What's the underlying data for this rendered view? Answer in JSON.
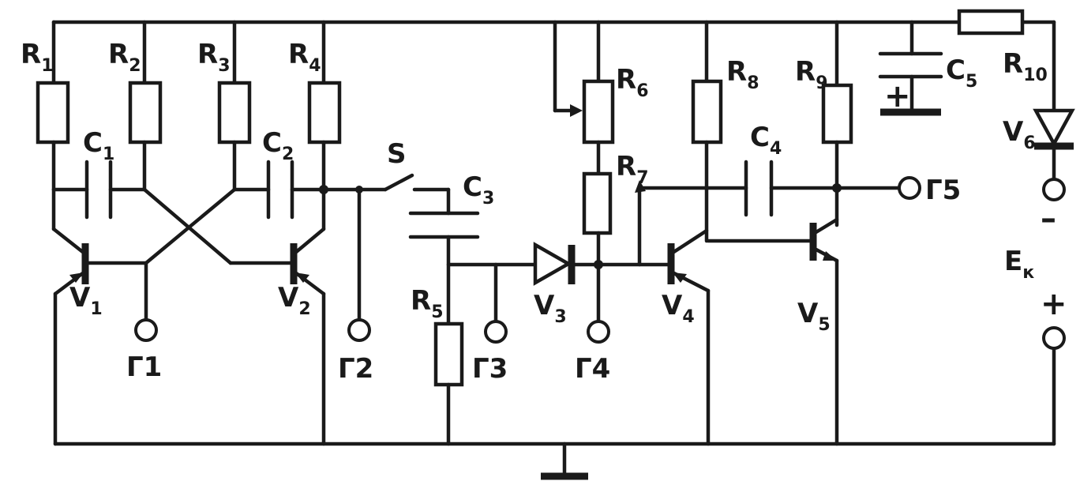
{
  "labels": {
    "R1": {
      "main": "R",
      "sub": "1"
    },
    "R2": {
      "main": "R",
      "sub": "2"
    },
    "R3": {
      "main": "R",
      "sub": "3"
    },
    "R4": {
      "main": "R",
      "sub": "4"
    },
    "R5": {
      "main": "R",
      "sub": "5"
    },
    "R6": {
      "main": "R",
      "sub": "6"
    },
    "R7": {
      "main": "R",
      "sub": "7"
    },
    "R8": {
      "main": "R",
      "sub": "8"
    },
    "R9": {
      "main": "R",
      "sub": "9"
    },
    "R10": {
      "main": "R",
      "sub": "10"
    },
    "C1": {
      "main": "C",
      "sub": "1"
    },
    "C2": {
      "main": "C",
      "sub": "2"
    },
    "C3": {
      "main": "C",
      "sub": "3"
    },
    "C4": {
      "main": "C",
      "sub": "4"
    },
    "C5": {
      "main": "C",
      "sub": "5"
    },
    "V1": {
      "main": "V",
      "sub": "1"
    },
    "V2": {
      "main": "V",
      "sub": "2"
    },
    "V3": {
      "main": "V",
      "sub": "3"
    },
    "V4": {
      "main": "V",
      "sub": "4"
    },
    "V5": {
      "main": "V",
      "sub": "5"
    },
    "V6": {
      "main": "V",
      "sub": "6"
    },
    "S": "S",
    "G1": "Г1",
    "G2": "Г2",
    "G3": "Г3",
    "G4": "Г4",
    "G5": "Г5",
    "Ek": {
      "main": "E",
      "sub": "к"
    },
    "minus": "–",
    "plus": "+",
    "c5_plus": "+"
  },
  "colors": {
    "ink": "#1a1a1a",
    "paper": "#ffffff"
  }
}
